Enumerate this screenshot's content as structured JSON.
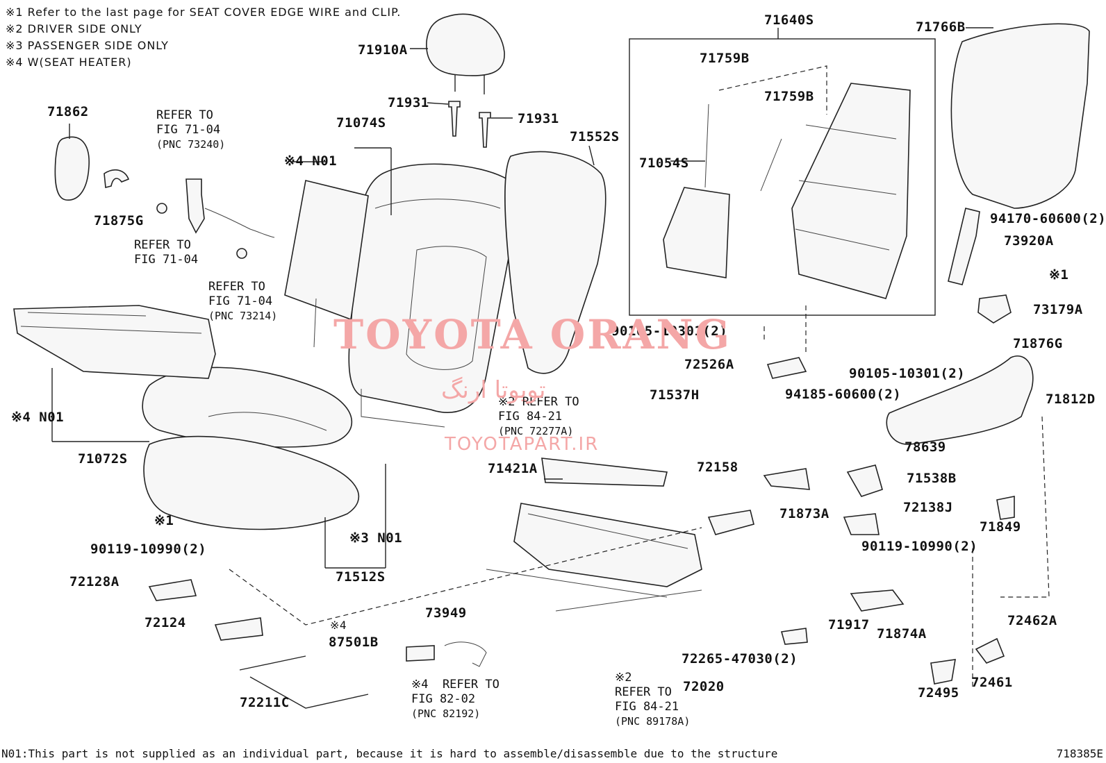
{
  "notes": {
    "n1": "※1  Refer to the last page for SEAT COVER EDGE WIRE and CLIP.",
    "n2": "※2  DRIVER SIDE ONLY",
    "n3": "※3  PASSENGER SIDE ONLY",
    "n4": "※4  W(SEAT HEATER)"
  },
  "parts": {
    "p71640S": "71640S",
    "p71766B": "71766B",
    "p71910A": "71910A",
    "p71931a": "71931",
    "p71931b": "71931",
    "p71862": "71862",
    "p71875G": "71875G",
    "p71074S": "71074S",
    "p71552S": "71552S",
    "p71759Ba": "71759B",
    "p71759Bb": "71759B",
    "p71054S": "71054S",
    "pN01a": "※4 N01",
    "pN01b": "※4 N01",
    "p71072S": "71072S",
    "p94170": "94170-60600(2)",
    "p73920A": "73920A",
    "pNote1a": "※1",
    "p73179A": "73179A",
    "p90105a": "90105-10301(2)",
    "p72526A": "72526A",
    "p94185": "94185-60600(2)",
    "p90105b": "90105-10301(2)",
    "p71876G": "71876G",
    "p71537H": "71537H",
    "p71812D": "71812D",
    "p71421A": "71421A",
    "p72158": "72158",
    "p78639": "78639",
    "p71538B": "71538B",
    "p71873A": "71873A",
    "p72138J": "72138J",
    "p71849": "71849",
    "pNote1b": "※1",
    "pN01c": "※3 N01",
    "p71512S": "71512S",
    "p90119a": "90119-10990(2)",
    "p90119b": "90119-10990(2)",
    "p72128A": "72128A",
    "p73949": "73949",
    "p72124": "72124",
    "p87501B": "87501B",
    "p87501Bmark": "※4",
    "p71917": "71917",
    "p71874A": "71874A",
    "p72462A": "72462A",
    "p72265": "72265-47030(2)",
    "p72020": "72020",
    "p72211C": "72211C",
    "p72495": "72495",
    "p72461": "72461"
  },
  "refs": {
    "r1_line1": "REFER TO",
    "r1_line2": "FIG 71-04",
    "r1_pnc": "(PNC 73240)",
    "r2_line1": "REFER TO",
    "r2_line2": "FIG 71-04",
    "r3_line1": "REFER TO",
    "r3_line2": "FIG 71-04",
    "r3_pnc": "(PNC 73214)",
    "r4_line1": "※2 REFER TO",
    "r4_line2": "FIG 84-21",
    "r4_pnc": "(PNC 72277A)",
    "r5_line1": "※4  REFER TO",
    "r5_line2": "FIG 82-02",
    "r5_pnc": "(PNC 82192)",
    "r6_line1": "※2",
    "r6_line2": "REFER TO",
    "r6_line3": "FIG 84-21",
    "r6_pnc": "(PNC 89178A)"
  },
  "watermark": {
    "brand": "TOYOTA ORANG",
    "brand_fa": "تویوتا ارنگ",
    "site": "TOYOTAPART.IR"
  },
  "footer": {
    "text": "N01:This part is not supplied as an individual part, because it is hard to assemble/disassemble due to the structure",
    "figure_code": "718385E"
  }
}
